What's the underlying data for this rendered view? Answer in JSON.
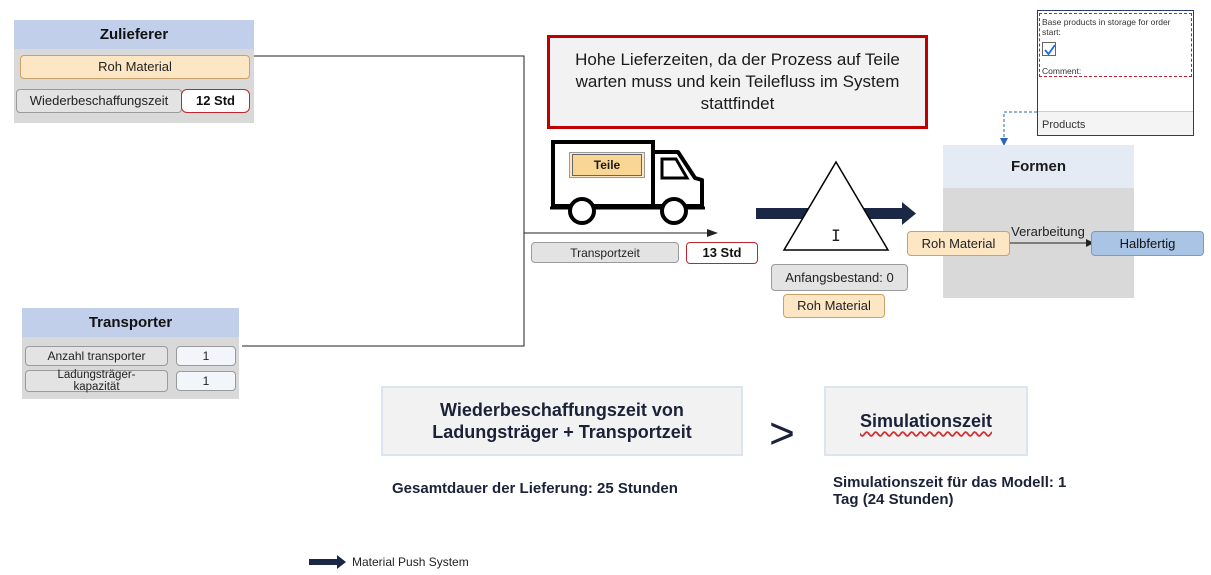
{
  "zulieferer": {
    "title": "Zulieferer",
    "material": "Roh Material",
    "wbz_label": "Wiederbeschaffungszeit",
    "wbz_value": "12 Std"
  },
  "transporter": {
    "title": "Transporter",
    "anzahl_label": "Anzahl transporter",
    "anzahl_value": "1",
    "kapazitaet_label": "Ladungsträger-kapazität",
    "kapazitaet_value": "1"
  },
  "callout": {
    "text": "Hohe Lieferzeiten, da der Prozess auf Teile warten muss und kein Teilefluss im System stattfindet"
  },
  "truck": {
    "cargo_label": "Teile",
    "transport_label": "Transportzeit",
    "transport_value": "13 Std"
  },
  "inventory": {
    "symbol": "I",
    "bestand_label": "Anfangsbestand: 0",
    "material": "Roh Material"
  },
  "formen": {
    "title": "Formen",
    "input": "Roh Material",
    "process_label": "Verarbeitung",
    "output": "Halbfertig"
  },
  "storage_form": {
    "heading": "Base products in storage for order start:",
    "checked": true,
    "comment_label": "Comment:",
    "footer": "Products"
  },
  "comparison": {
    "left_box": "Wiederbeschaffungszeit von Ladungsträger + Transportzeit",
    "operator": ">",
    "right_box": "Simulationszeit",
    "left_note": "Gesamtdauer der Lieferung: 25 Stunden",
    "right_note": "Simulationszeit für das Modell: 1 Tag (24 Stunden)"
  },
  "legend": {
    "push_label": "Material Push System"
  },
  "colors": {
    "push_arrow": "#1b2845",
    "callout_border": "#c00000",
    "panel_header": "#c2cfea",
    "panel_body": "#d9d9d9",
    "material_fill": "#fde6c4",
    "halbfertig_fill": "#aac4e6"
  }
}
